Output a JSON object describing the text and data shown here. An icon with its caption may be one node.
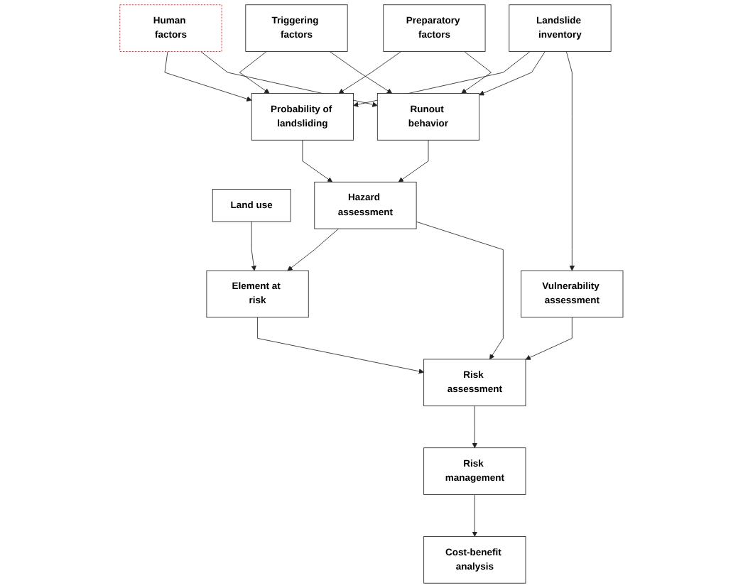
{
  "diagram": {
    "nodes": [
      {
        "text": [
          "Human factors"
        ]
      },
      {
        "text": [
          "Triggering factors"
        ]
      },
      {
        "text": [
          "Preparatory factors"
        ]
      },
      {
        "text": [
          "Landslide inventory"
        ]
      },
      {
        "text": [
          "Probability of landsliding"
        ]
      },
      {
        "text": [
          "Runout behavior"
        ]
      },
      {
        "text": [
          "Land use"
        ]
      },
      {
        "text": [
          "Hazard assessment"
        ]
      },
      {
        "text": [
          "Element at risk"
        ]
      },
      {
        "text": [
          "Vulnerability assessment"
        ]
      },
      {
        "text": [
          "Risk assessment"
        ]
      },
      {
        "text": [
          "Risk management"
        ]
      },
      {
        "text": [
          "Cost-benefit analysis"
        ]
      }
    ],
    "edges": [
      {
        "from": 0,
        "to": 4,
        "arrow": "to"
      },
      {
        "from": 0,
        "to": 5,
        "arrow": "to"
      },
      {
        "from": 1,
        "to": 4,
        "arrow": "to"
      },
      {
        "from": 1,
        "to": 5,
        "arrow": "to"
      },
      {
        "from": 2,
        "to": 4,
        "arrow": "to"
      },
      {
        "from": 2,
        "to": 5,
        "arrow": "to"
      },
      {
        "from": 3,
        "to": 4,
        "arrow": "to"
      },
      {
        "from": 3,
        "to": 5,
        "arrow": "to"
      },
      {
        "from": 3,
        "to": 9,
        "arrow": "to"
      },
      {
        "from": 4,
        "to": 7,
        "arrow": "to"
      },
      {
        "from": 5,
        "to": 7,
        "arrow": "to"
      },
      {
        "from": 6,
        "to": 8,
        "arrow": "to"
      },
      {
        "from": 7,
        "to": 8,
        "arrow": "to"
      },
      {
        "from": 7,
        "to": 10,
        "arrow": "to"
      },
      {
        "from": 8,
        "to": 10,
        "arrow": "to"
      },
      {
        "from": 9,
        "to": 10,
        "arrow": "to"
      },
      {
        "from": 10,
        "to": 11,
        "arrow": "to"
      },
      {
        "from": 11,
        "to": 12,
        "arrow": "to"
      }
    ]
  }
}
